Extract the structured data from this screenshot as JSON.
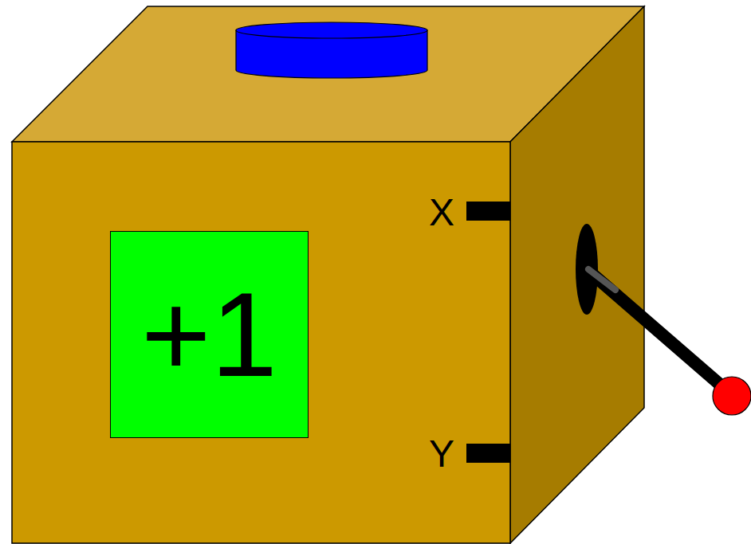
{
  "diagram": {
    "nodes": [
      {
        "text": [
          "+1"
        ]
      }
    ],
    "labels": [
      "X",
      "Y"
    ]
  }
}
